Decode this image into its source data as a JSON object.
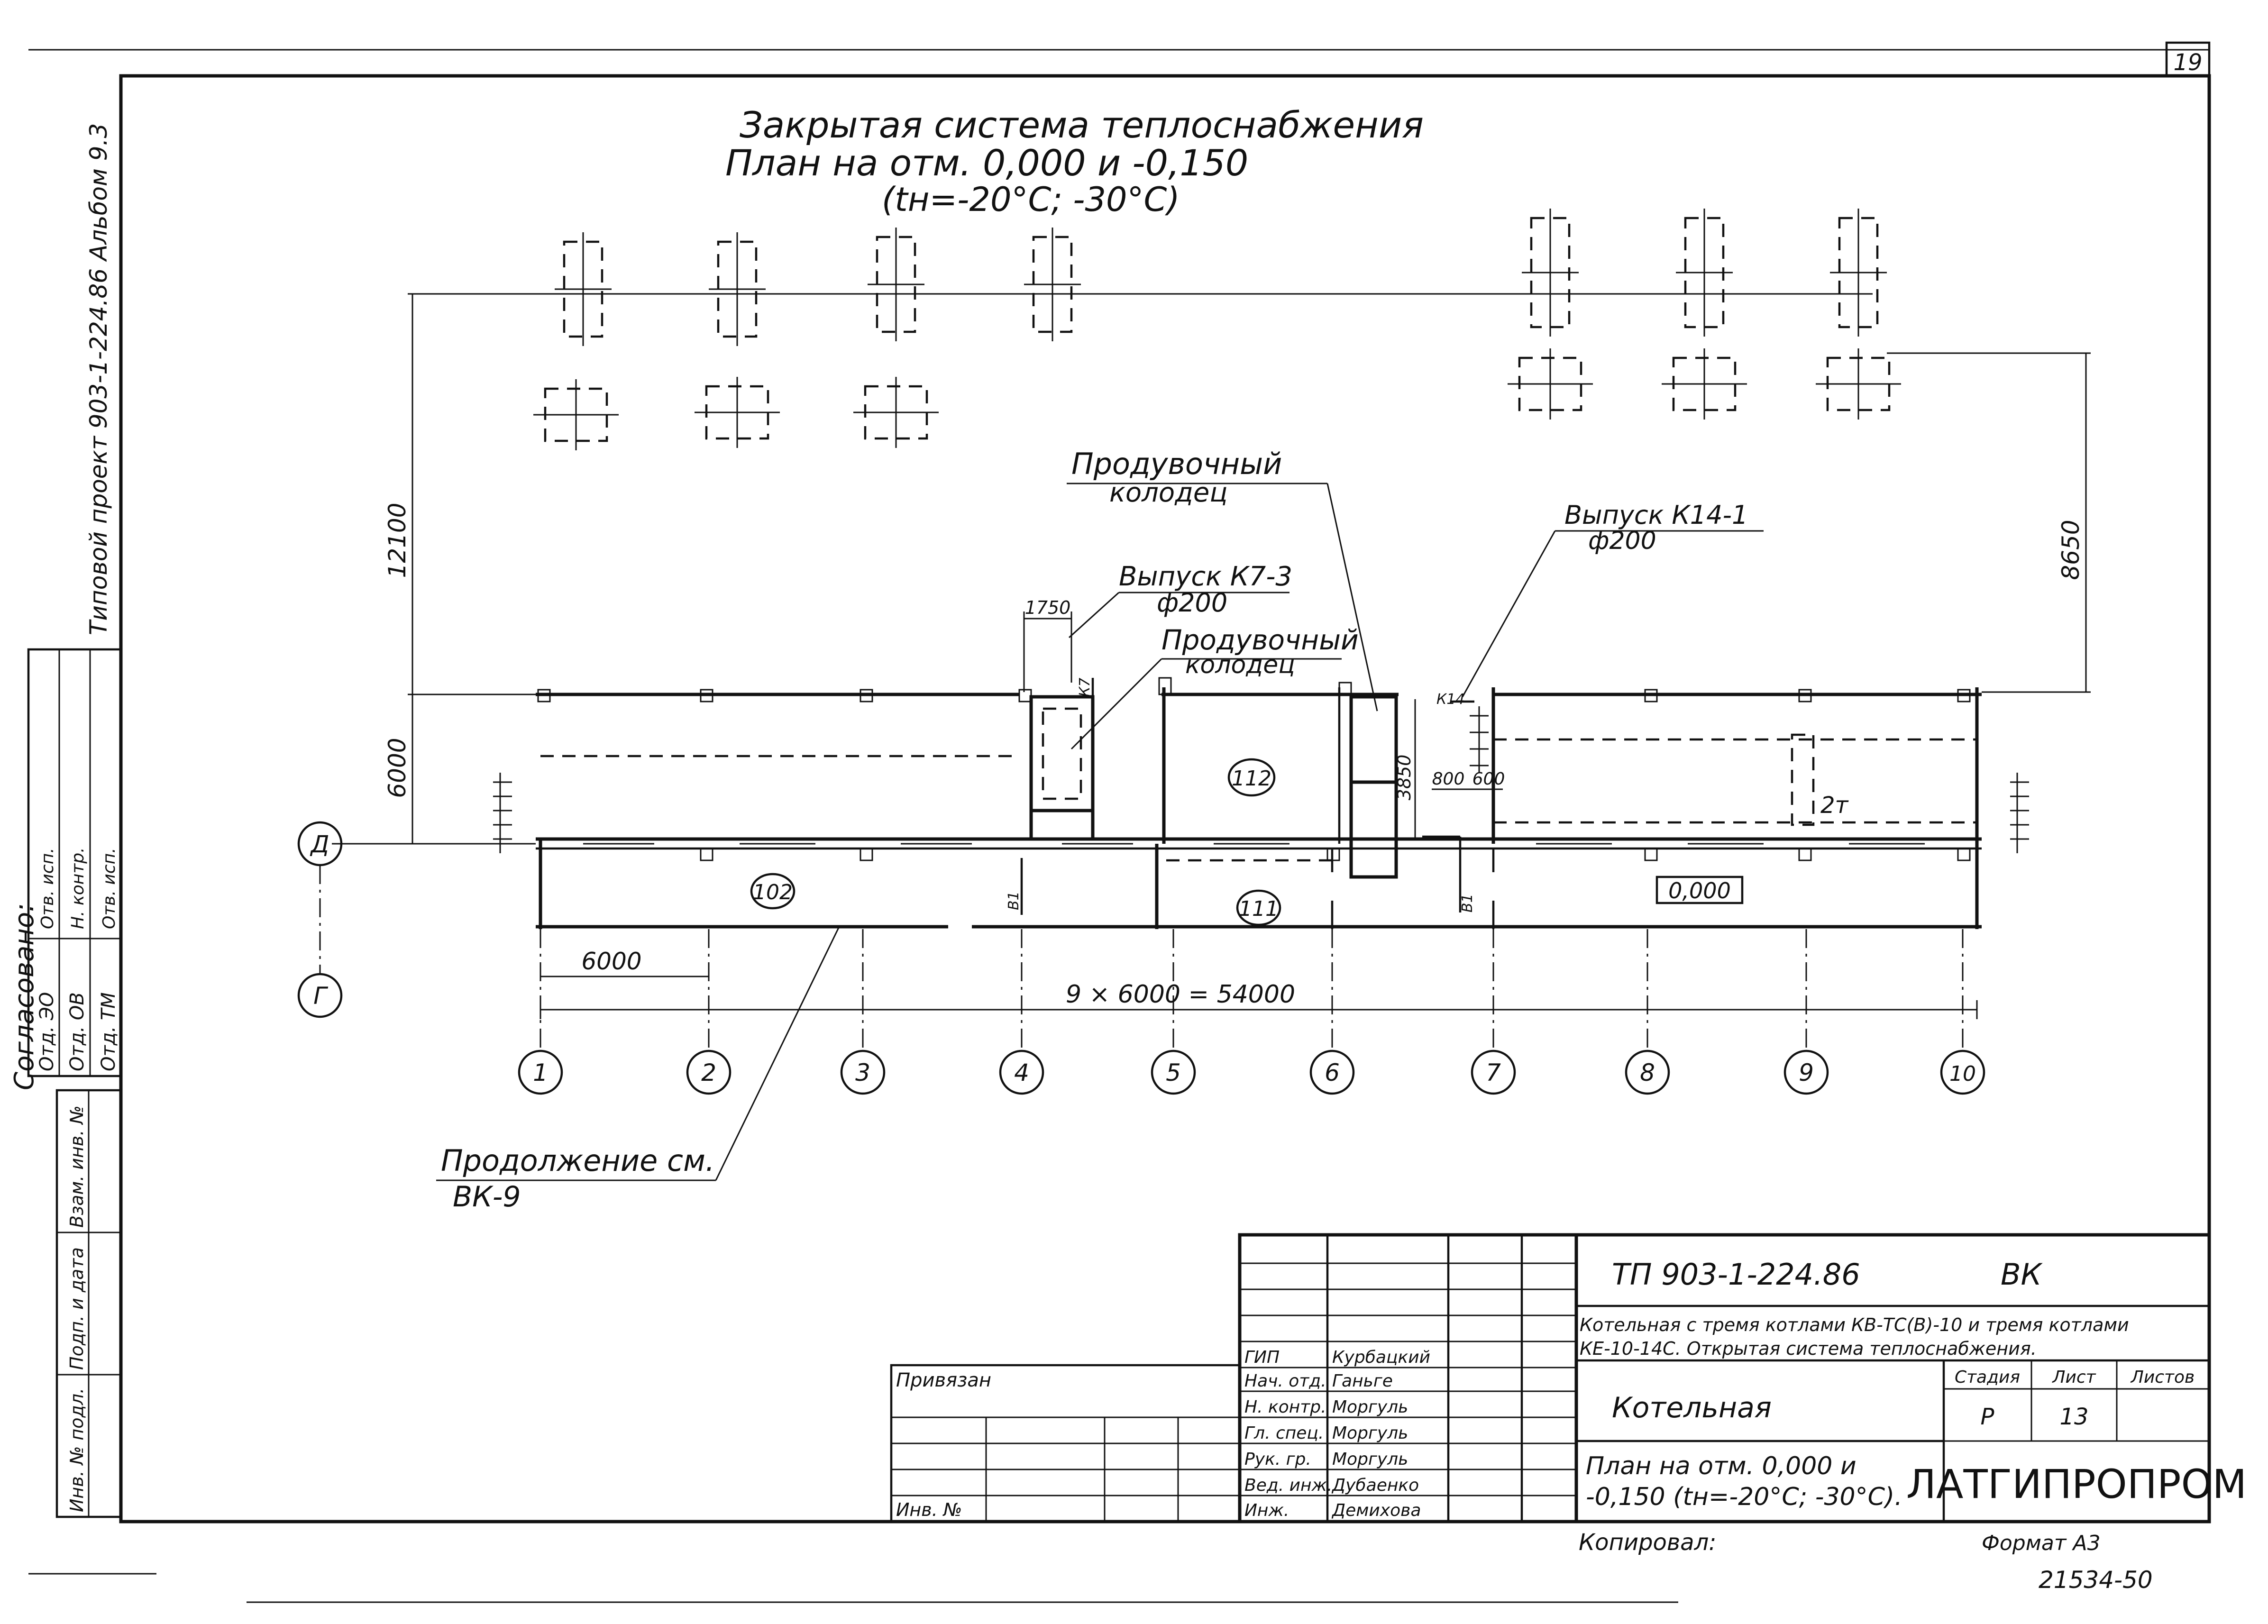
{
  "page_number": "19",
  "side_text": {
    "project": "Типовой проект 903-1-224.86 Альбом 9.3",
    "agreed": "Согласовано:",
    "stamp_left": [
      "Инв. № подл.",
      "Подп. и дата",
      "Взам. инв. №"
    ],
    "approvals": [
      {
        "dept": "Отд. ЭО",
        "role": "Отв. исп.",
        "name": ""
      },
      {
        "dept": "Отд. ОВ",
        "role": "Н. контр.",
        "name": ""
      },
      {
        "dept": "Отд. ТМ",
        "role": "Отв. исп.",
        "name": ""
      }
    ]
  },
  "drawing": {
    "title_line1": "Закрытая система теплоснабжения",
    "title_line2": "План на отм. 0,000 и -0,150",
    "title_line3": "(tн=-20°С; -30°С)",
    "labels": {
      "blowdown_well_top": "Продувочный",
      "blowdown_well_top_2": "колодец",
      "blowdown_well_mid": "Продувочный",
      "blowdown_well_mid_2": "колодец",
      "outlet_k7": "Выпуск К7-3",
      "outlet_k7_dia": "ф200",
      "outlet_k14": "Выпуск К14-1",
      "outlet_k14_dia": "ф200",
      "continuation": "Продолжение см.",
      "continuation_ref": "ВК-9",
      "k7_tag": "К7",
      "k14_tag": "К14",
      "b1_tag_a": "В1",
      "b1_tag_b": "В1",
      "crane": "2т",
      "elevation": "0,000"
    },
    "rooms": [
      "102",
      "112",
      "111"
    ],
    "dimensions": {
      "d12100": "12100",
      "d6000_v": "6000",
      "d8650": "8650",
      "d1750": "1750",
      "d3850": "3850",
      "d800": "800",
      "d600": "600",
      "d6000_h": "6000",
      "span_total": "9 × 6000 = 54000"
    },
    "axis_rows": [
      "Д",
      "Г"
    ],
    "axis_cols": [
      "1",
      "2",
      "3",
      "4",
      "5",
      "6",
      "7",
      "8",
      "9",
      "10"
    ]
  },
  "title_block": {
    "code": "ТП 903-1-224.86",
    "mark": "ВК",
    "description_1": "Котельная с тремя котлами КВ-ТС(В)-10 и тремя котлами",
    "description_2": "КЕ-10-14С. Открытая система теплоснабжения.",
    "building": "Котельная",
    "sheet_title_1": "План на отм. 0,000 и",
    "sheet_title_2": "-0,150 (tн=-20°С; -30°С).",
    "stage_label": "Стадия",
    "sheet_label": "Лист",
    "sheets_label": "Листов",
    "stage": "Р",
    "sheet": "13",
    "sheets": "",
    "org": "ЛАТГИПРОПРОМ",
    "bound_label": "Привязан",
    "inv_label": "Инв. №",
    "copied": "Копировал:",
    "format": "Формат А3",
    "order": "21534-50",
    "signers": [
      {
        "role": "ГИП",
        "name": "Курбацкий"
      },
      {
        "role": "Нач. отд.",
        "name": "Ганьге"
      },
      {
        "role": "Н. контр.",
        "name": "Моргуль"
      },
      {
        "role": "Гл. спец.",
        "name": "Моргуль"
      },
      {
        "role": "Рук. гр.",
        "name": "Моргуль"
      },
      {
        "role": "Вед. инж.",
        "name": "Дубаенко"
      },
      {
        "role": "Инж.",
        "name": "Демихова"
      }
    ]
  }
}
